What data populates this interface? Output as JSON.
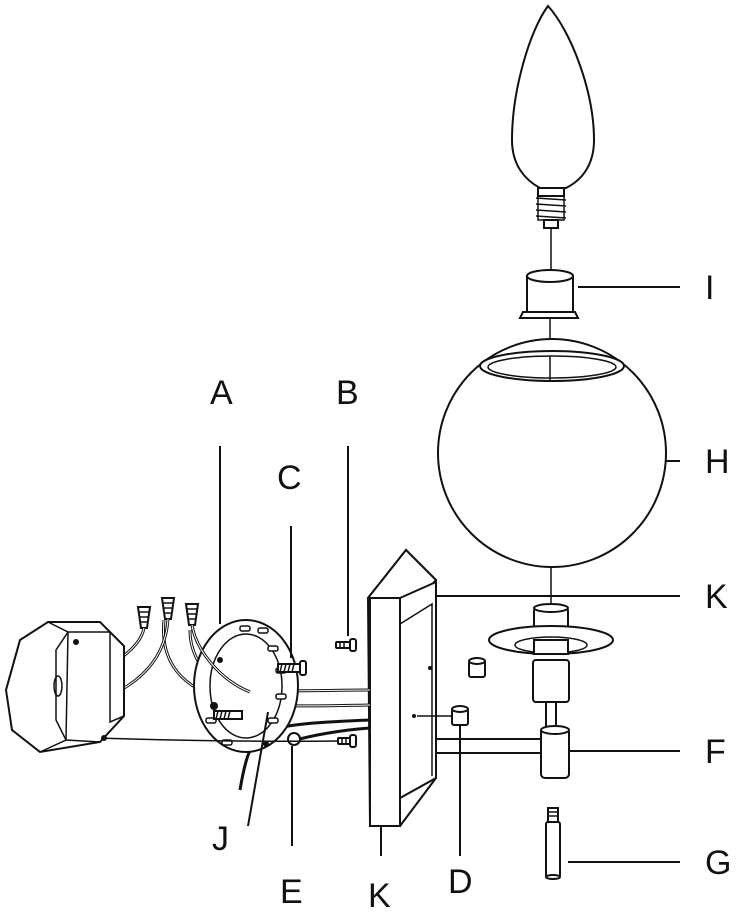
{
  "labels": {
    "A": "A",
    "B": "B",
    "C": "C",
    "D": "D",
    "E": "E",
    "F": "F",
    "G": "G",
    "H": "H",
    "I": "I",
    "J": "J",
    "K_top": "K",
    "K_bottom": "K"
  }
}
